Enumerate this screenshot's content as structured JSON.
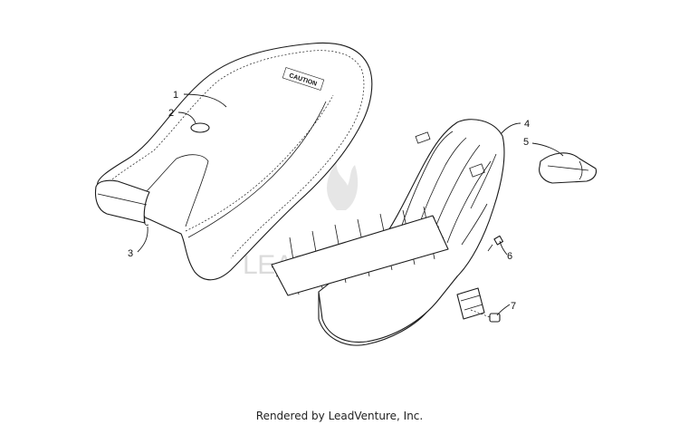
{
  "callouts": [
    {
      "id": "1",
      "label": "1"
    },
    {
      "id": "2",
      "label": "2"
    },
    {
      "id": "3",
      "label": "3"
    },
    {
      "id": "4",
      "label": "4"
    },
    {
      "id": "5",
      "label": "5"
    },
    {
      "id": "6",
      "label": "6"
    },
    {
      "id": "7",
      "label": "7"
    }
  ],
  "seat_logo_text": "CAUTION",
  "watermark": "LEADVENTURE",
  "footer": "Rendered by LeadVenture, Inc."
}
